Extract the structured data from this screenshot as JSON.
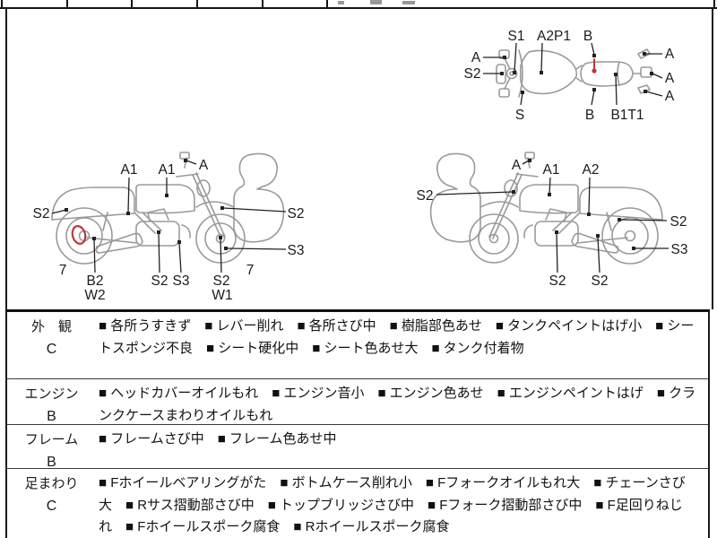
{
  "top_view_diagram": {
    "labels": [
      "S1",
      "A2P1",
      "B",
      "A",
      "S2",
      "S",
      "B",
      "B1T1",
      "A",
      "A",
      "A"
    ]
  },
  "left_side_diagram": {
    "labels": [
      "A1",
      "A1",
      "A",
      "S2",
      "7",
      "B2",
      "W2",
      "S2",
      "S3",
      "S2",
      "W1",
      "7",
      "S2",
      "S3"
    ]
  },
  "right_side_diagram": {
    "labels": [
      "A",
      "A1",
      "A2",
      "S2",
      "S2",
      "S3",
      "S2",
      "S2"
    ]
  },
  "condition_table": {
    "bullet": "■",
    "rows": [
      {
        "category": "外　観",
        "grade": "C",
        "items": [
          "各所うすきず",
          "レバー削れ",
          "各所さび中",
          "樹脂部色あせ",
          "タンクペイントはげ小",
          "シートスポンジ不良",
          "シート硬化中",
          "シート色あせ大",
          "タンク付着物"
        ]
      },
      {
        "category": "エンジン",
        "grade": "B",
        "items": [
          "ヘッドカバーオイルもれ",
          "エンジン音小",
          "エンジン色あせ",
          "エンジンペイントはげ",
          "クランクケースまわりオイルもれ"
        ]
      },
      {
        "category": "フレーム",
        "grade": "B",
        "items": [
          "フレームさび中",
          "フレーム色あせ中"
        ]
      },
      {
        "category": "足まわり",
        "grade": "C",
        "items": [
          "Fホイールベアリングがた",
          "ボトムケース削れ小",
          "Fフォークオイルもれ大",
          "チェーンさび大",
          "Rサス摺動部さび中",
          "トップブリッジさび中",
          "Fフォーク摺動部さび中",
          "F足回りねじれ",
          "Fホイールスポーク腐食",
          "Rホイールスポーク腐食"
        ]
      }
    ]
  },
  "colors": {
    "sketch_stroke": "#9a9a9a",
    "label_ink": "#1a1a1a",
    "red_mark": "#c03540"
  }
}
